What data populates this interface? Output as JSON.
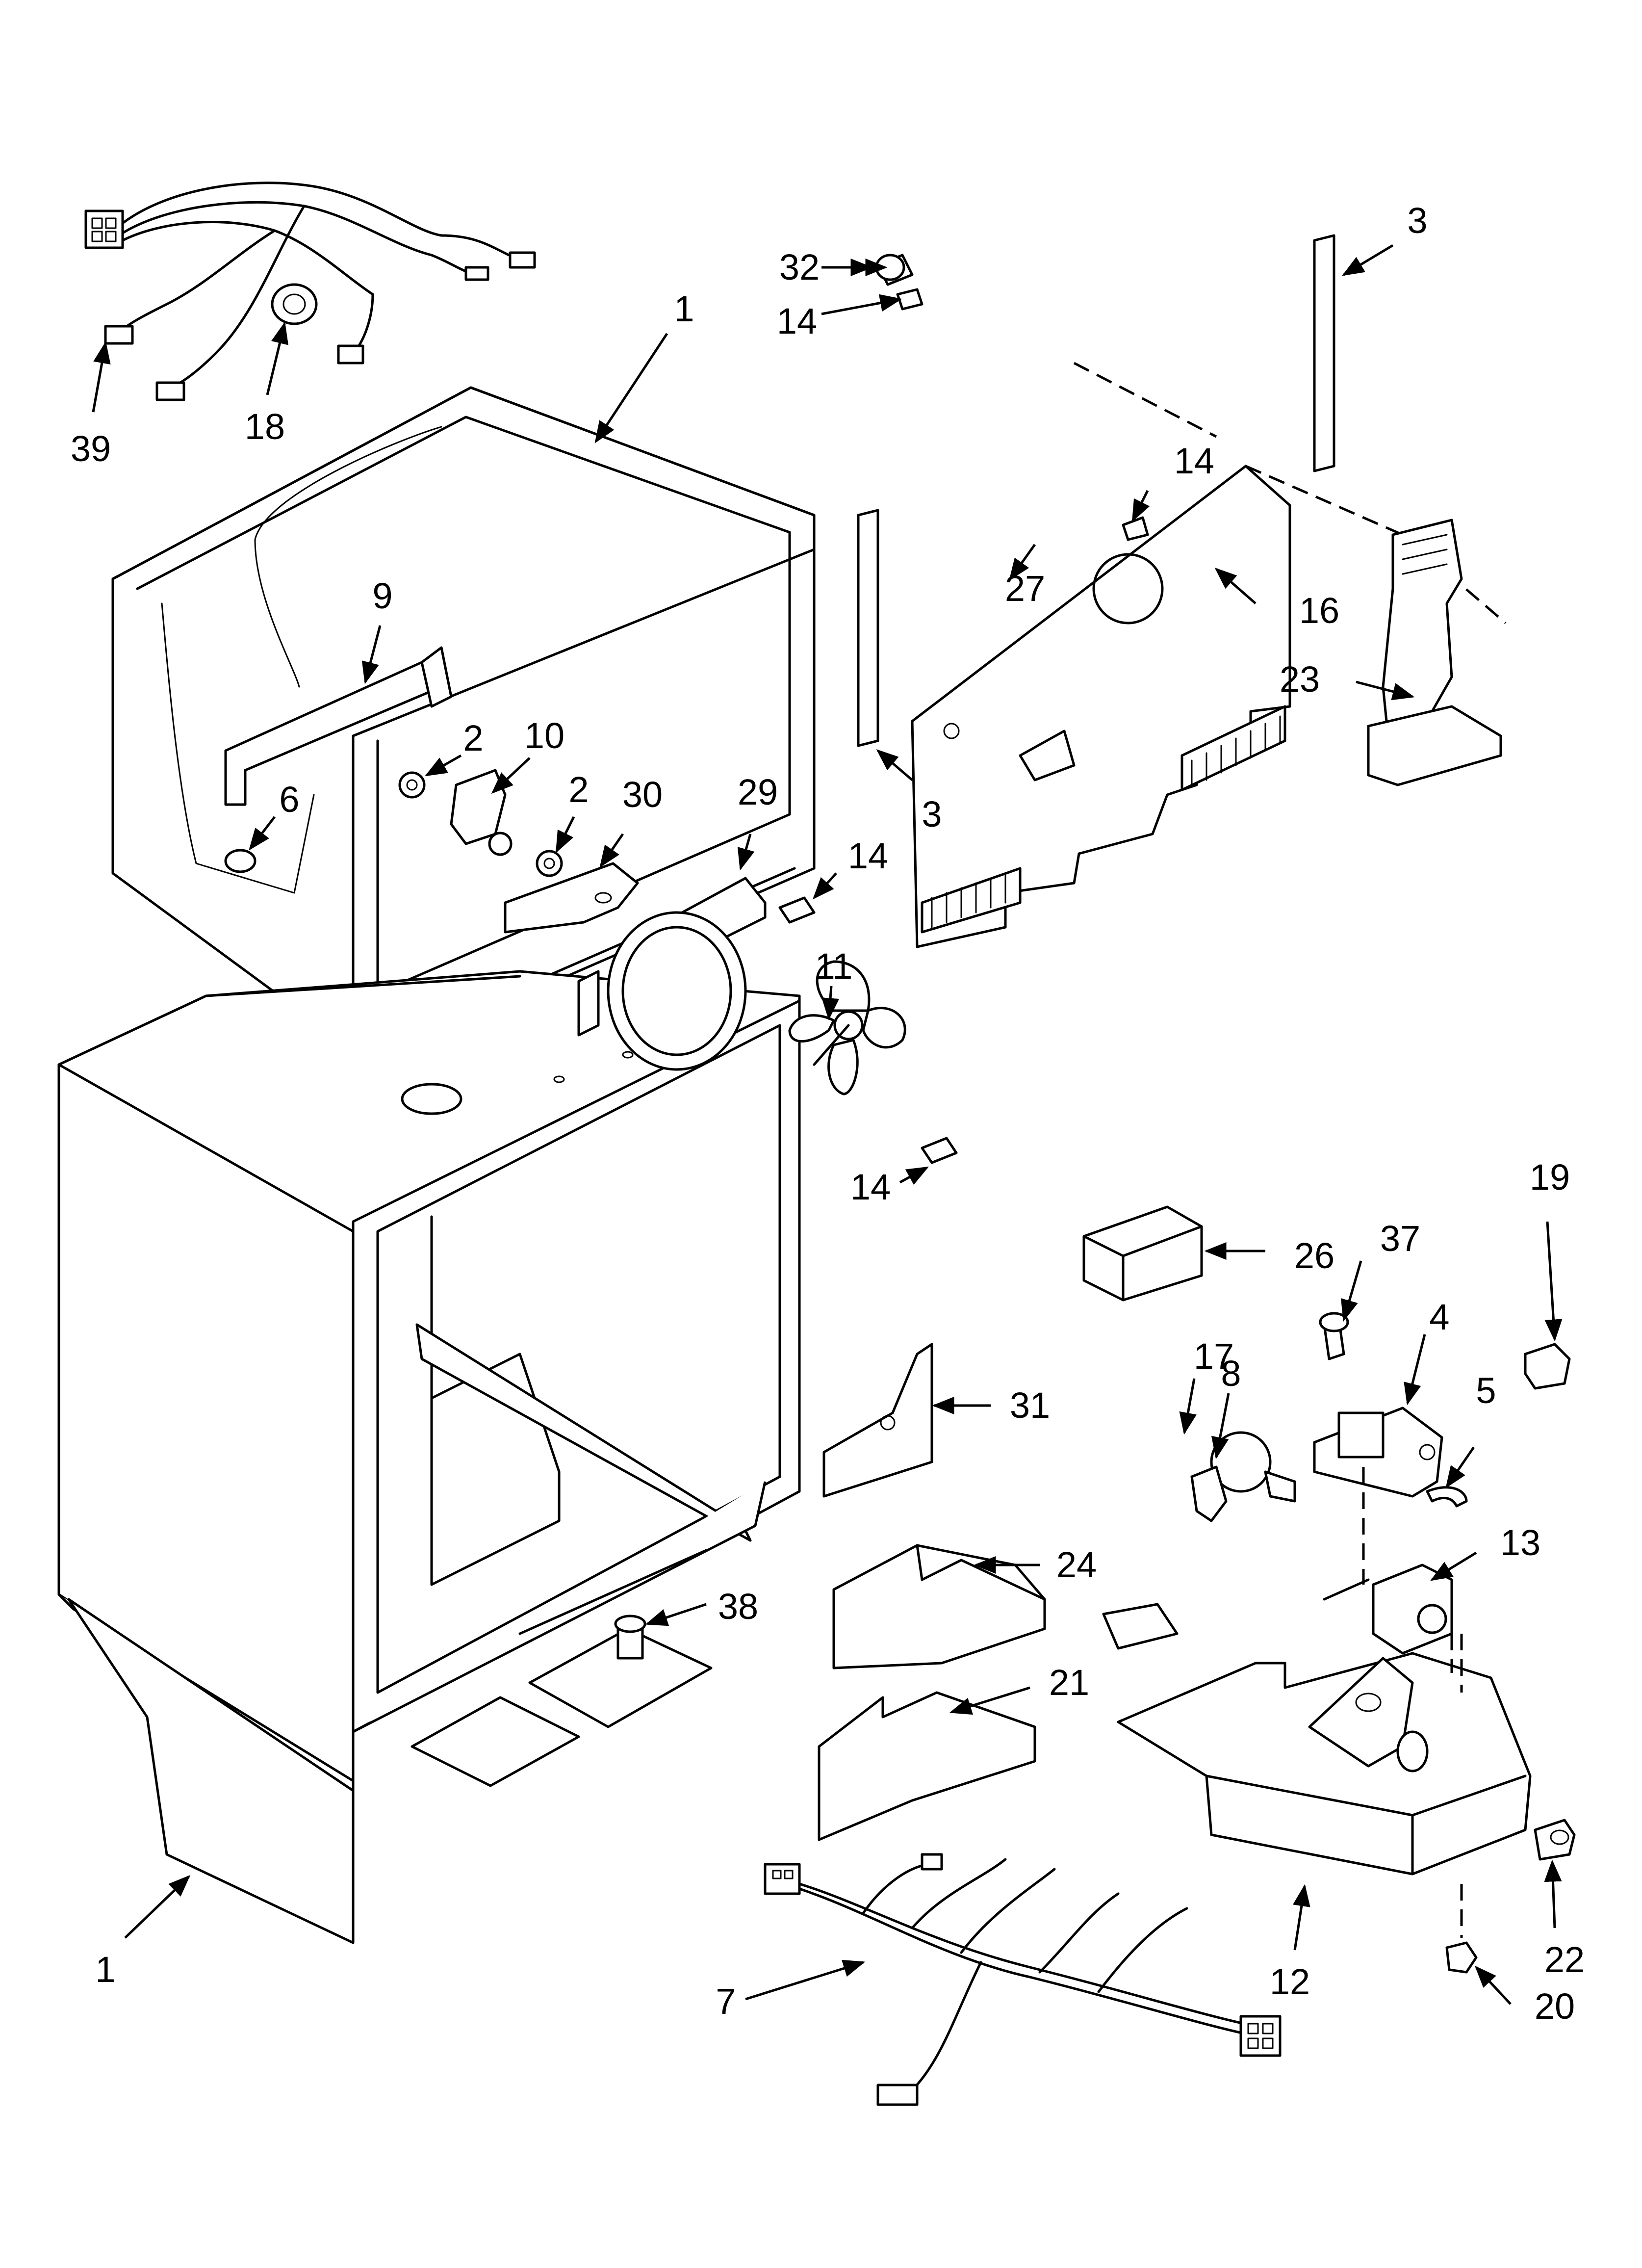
{
  "callouts": {
    "c39": "39",
    "c18": "18",
    "c1_top": "1",
    "c9": "9",
    "c2_a": "2",
    "c10": "10",
    "c6": "6",
    "c2_b": "2",
    "c30": "30",
    "c29": "29",
    "c14_a": "14",
    "c11": "11",
    "c14_b": "14",
    "c32": "32",
    "c14_c": "14",
    "c3_top": "3",
    "c14_d": "14",
    "c27": "27",
    "c16": "16",
    "c23": "23",
    "c3_mid": "3",
    "c19": "19",
    "c26": "26",
    "c37": "37",
    "c17": "17",
    "c8": "8",
    "c4": "4",
    "c5": "5",
    "c31": "31",
    "c13": "13",
    "c24": "24",
    "c38": "38",
    "c21": "21",
    "c12": "12",
    "c22": "22",
    "c7": "7",
    "c20": "20",
    "c1_bottom": "1"
  }
}
